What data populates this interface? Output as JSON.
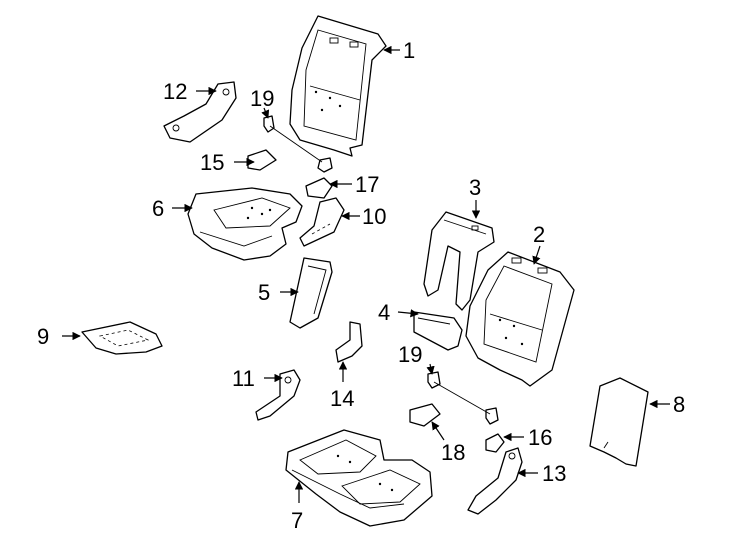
{
  "callouts": {
    "c1": "1",
    "c2": "2",
    "c3": "3",
    "c4": "4",
    "c5": "5",
    "c6": "6",
    "c7": "7",
    "c8": "8",
    "c9": "9",
    "c10": "10",
    "c11": "11",
    "c12": "12",
    "c13": "13",
    "c14": "14",
    "c15": "15",
    "c16": "16",
    "c17": "17",
    "c18": "18",
    "c19a": "19",
    "c19b": "19"
  },
  "colors": {
    "line": "#000000",
    "background": "#ffffff"
  }
}
